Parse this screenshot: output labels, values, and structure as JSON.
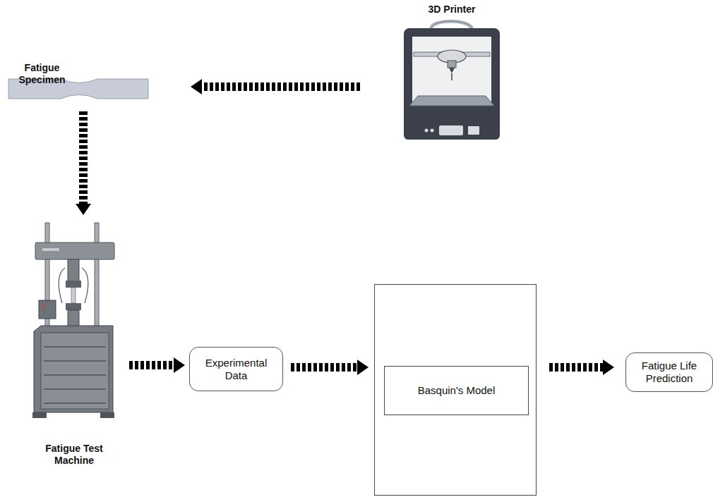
{
  "diagram": {
    "nodes": [
      {
        "text": [
          "3D Printer"
        ]
      },
      {
        "text": [
          "Fatigue Specimen"
        ]
      },
      {
        "text": [
          "Fatigue Test Machine"
        ]
      },
      {
        "text": [
          "Experimental Data"
        ]
      },
      {
        "text": []
      },
      {
        "text": [
          "Basquin's Model"
        ],
        "in": 4
      },
      {
        "text": [
          "Fatigue Life Prediction"
        ]
      }
    ],
    "edges": [
      {
        "from": 0,
        "to": 1,
        "arrow": "to"
      },
      {
        "from": 1,
        "to": 2,
        "arrow": "to"
      },
      {
        "from": 2,
        "to": 3,
        "arrow": "to"
      },
      {
        "from": 3,
        "to": 4,
        "arrow": "to"
      },
      {
        "from": 4,
        "to": 6,
        "arrow": "to"
      }
    ]
  }
}
